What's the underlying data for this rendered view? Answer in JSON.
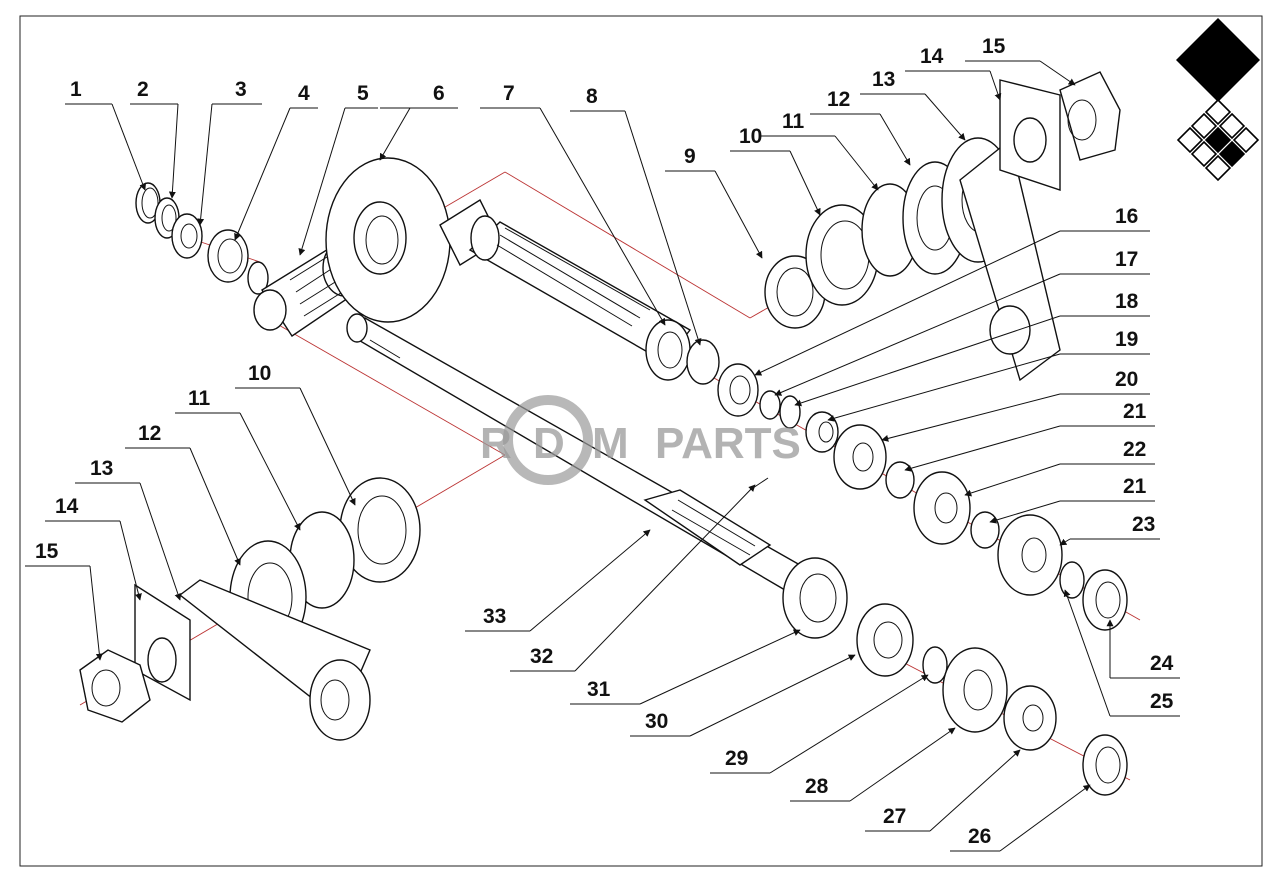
{
  "diagram": {
    "title": "Exploded parts diagram - gearbox shaft assembly",
    "watermark": {
      "left": "R",
      "center": "D",
      "right": "M",
      "suffix": "PARTS"
    },
    "labels": [
      "1",
      "2",
      "3",
      "4",
      "5",
      "6",
      "7",
      "8",
      "9",
      "10",
      "11",
      "12",
      "13",
      "14",
      "15",
      "16",
      "17",
      "18",
      "19",
      "20",
      "21",
      "22",
      "21",
      "23",
      "24",
      "25",
      "26",
      "27",
      "28",
      "29",
      "30",
      "31",
      "32",
      "33",
      "10",
      "11",
      "12",
      "13",
      "14",
      "15"
    ],
    "colors": {
      "line": "#111111",
      "axis": "#b33333",
      "watermark": "#9a9a9a",
      "logo": "#000000"
    }
  }
}
